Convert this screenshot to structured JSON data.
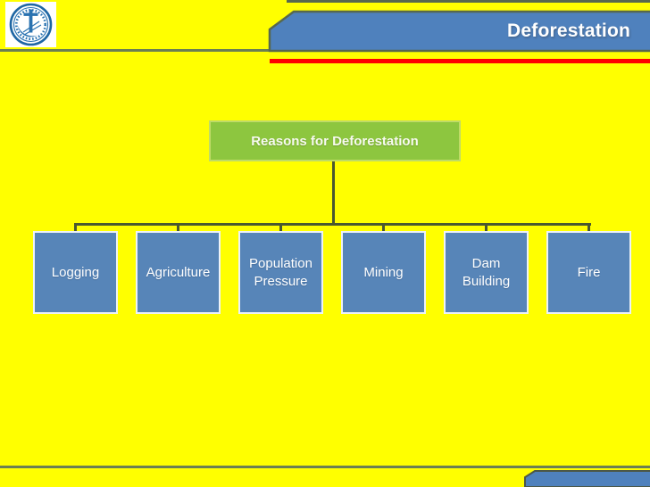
{
  "header": {
    "title": "Deforestation",
    "logo": "school-seal-emblem"
  },
  "diagram": {
    "root": {
      "label": "Reasons for Deforestation"
    },
    "children": [
      {
        "label": "Logging"
      },
      {
        "label": "Agriculture"
      },
      {
        "label": "Population Pressure"
      },
      {
        "label": "Mining"
      },
      {
        "label": "Dam Building"
      },
      {
        "label": "Fire"
      }
    ]
  },
  "colors": {
    "slide_background": "#FFFF00",
    "banner_blue": "#4F81BD",
    "banner_outline": "#57684E",
    "olive_rule": "#6B7F52",
    "accent_red": "#FF0000",
    "root_green": "#8DC63F",
    "root_green_border": "#BFDB67",
    "child_blue": "#5785B8",
    "child_border": "#EDF2F8",
    "connector": "#4A5831",
    "text_white": "#FFFFFF"
  }
}
